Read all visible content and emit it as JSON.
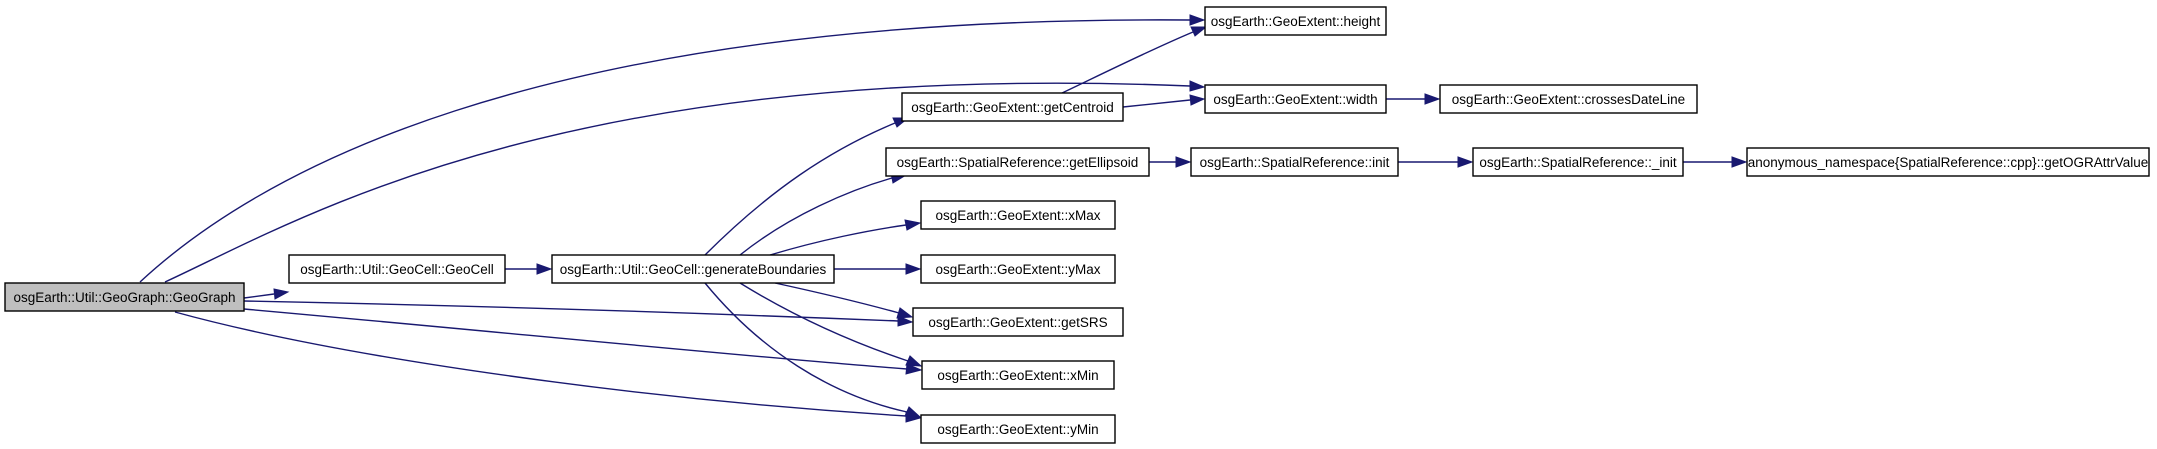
{
  "colors": {
    "edge": "#191970",
    "root_fill": "#bfbfbf",
    "node_fill": "#ffffff",
    "node_border": "#000000"
  },
  "nodes": {
    "root": "osgEarth::Util::GeoGraph::GeoGraph",
    "geocell": "osgEarth::Util::GeoCell::GeoCell",
    "genBoundaries": "osgEarth::Util::GeoCell::generateBoundaries",
    "getCentroid": "osgEarth::GeoExtent::getCentroid",
    "getEllipsoid": "osgEarth::SpatialReference::getEllipsoid",
    "xMax": "osgEarth::GeoExtent::xMax",
    "yMax": "osgEarth::GeoExtent::yMax",
    "getSRS": "osgEarth::GeoExtent::getSRS",
    "xMin": "osgEarth::GeoExtent::xMin",
    "yMin": "osgEarth::GeoExtent::yMin",
    "height": "osgEarth::GeoExtent::height",
    "width": "osgEarth::GeoExtent::width",
    "crossesDateLine": "osgEarth::GeoExtent::crossesDateLine",
    "srInit": "osgEarth::SpatialReference::init",
    "srUInit": "osgEarth::SpatialReference::_init",
    "getOGR": "anonymous_namespace{SpatialReference::cpp}::getOGRAttrValue"
  },
  "edges": [
    [
      "root",
      "height"
    ],
    [
      "root",
      "width"
    ],
    [
      "root",
      "geocell"
    ],
    [
      "root",
      "getSRS"
    ],
    [
      "root",
      "xMin"
    ],
    [
      "root",
      "yMin"
    ],
    [
      "geocell",
      "genBoundaries"
    ],
    [
      "genBoundaries",
      "getCentroid"
    ],
    [
      "genBoundaries",
      "getEllipsoid"
    ],
    [
      "genBoundaries",
      "xMax"
    ],
    [
      "genBoundaries",
      "yMax"
    ],
    [
      "genBoundaries",
      "getSRS"
    ],
    [
      "genBoundaries",
      "xMin"
    ],
    [
      "genBoundaries",
      "yMin"
    ],
    [
      "getCentroid",
      "height"
    ],
    [
      "getCentroid",
      "width"
    ],
    [
      "width",
      "crossesDateLine"
    ],
    [
      "getEllipsoid",
      "srInit"
    ],
    [
      "srInit",
      "srUInit"
    ],
    [
      "srUInit",
      "getOGR"
    ]
  ]
}
